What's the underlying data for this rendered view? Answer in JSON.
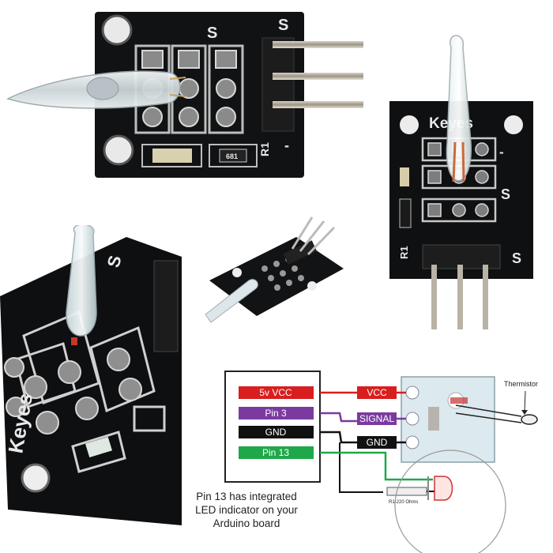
{
  "photos": {
    "top_left": {
      "label_s1": "S",
      "label_s2": "S",
      "label_r1": "R1",
      "label_minus": "-",
      "resistor_code": "681"
    },
    "top_right": {
      "label_brand": "Keyes",
      "label_s1": "S",
      "label_s2": "S",
      "label_r1": "R1",
      "label_minus": "-"
    },
    "bottom_left": {
      "label_brand": "Keyes",
      "label_s": "S"
    }
  },
  "wiring": {
    "arduino_pins": [
      {
        "label": "5v VCC",
        "color": "#d81e1e"
      },
      {
        "label": "Pin 3",
        "color": "#7b3aa0"
      },
      {
        "label": "GND",
        "color": "#111111"
      },
      {
        "label": "Pin 13",
        "color": "#1fa84a"
      }
    ],
    "module_pins": [
      {
        "label": "VCC",
        "color": "#d81e1e"
      },
      {
        "label": "SIGNAL",
        "color": "#7b3aa0"
      },
      {
        "label": "GND",
        "color": "#111111"
      }
    ],
    "thermistor_label": "Thermistor",
    "resistor_label": "R1-220 Ohms",
    "caption_lines": [
      "Pin 13 has integrated",
      "LED indicator on your",
      "Arduino board"
    ]
  }
}
